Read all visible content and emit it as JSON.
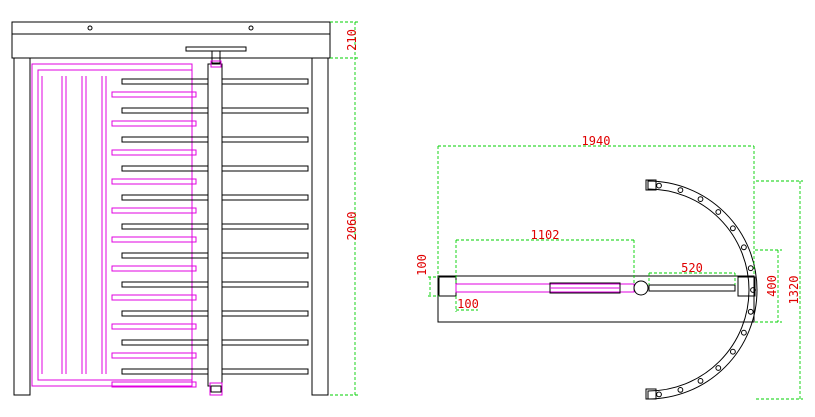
{
  "colors": {
    "outline": "#000000",
    "gate": "#e000e0",
    "dimension_line": "#00d000",
    "dimension_text": "#e00000"
  },
  "elevation": {
    "arm_rows": 11,
    "dimensions": {
      "top_header": "210",
      "total_height": "2060"
    }
  },
  "plan": {
    "hole_count": 15,
    "dimensions": {
      "overall_width": "1940",
      "arm_length": "1102",
      "inner_arm": "520",
      "post_height": "100",
      "post_width": "100",
      "wing_height": "400",
      "overall_depth": "1320"
    }
  }
}
